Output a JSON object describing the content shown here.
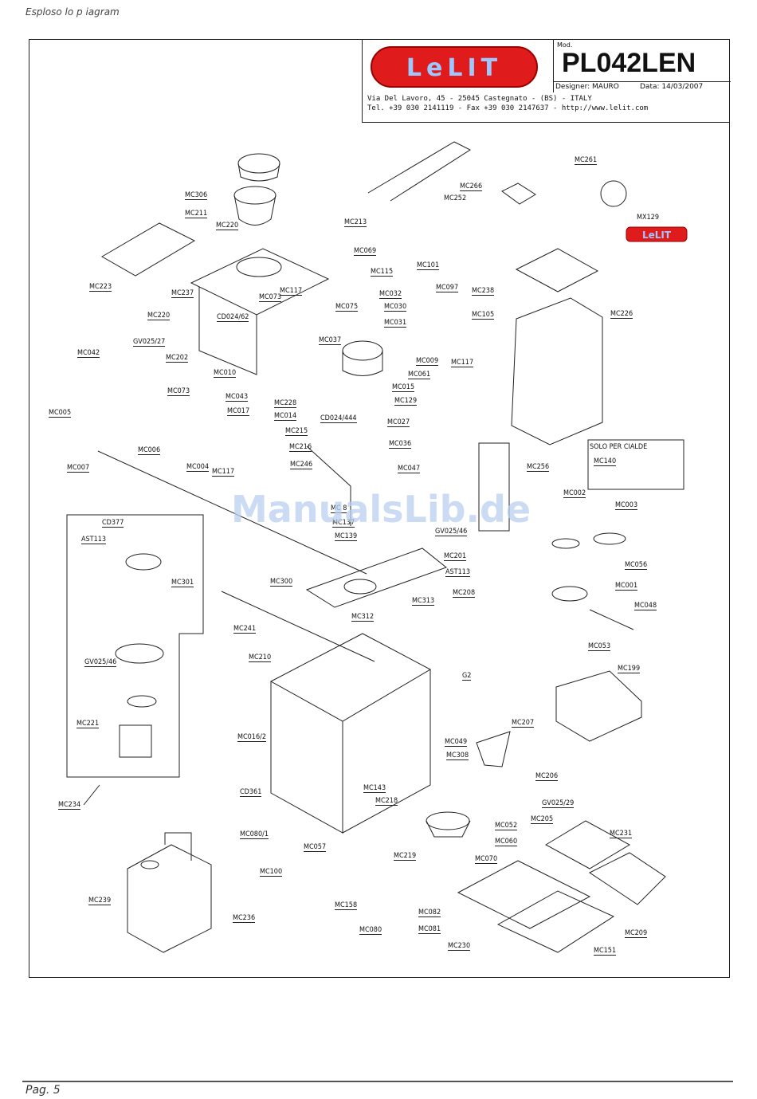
{
  "header": {
    "caption": "Esploso      lo      p    iagram"
  },
  "title_block": {
    "brand": "LeLIT",
    "model_label": "Mod.",
    "model": "PL042LEN",
    "designer": "Designer: MAURO",
    "date": "Data: 14/03/2007",
    "address_line1": "Via Del Lavoro, 45 - 25045 Castegnato - (BS) - ITALY",
    "address_line2": "Tel. +39 030 2141119 - Fax +39 030 2147637 - http://www.lelit.com"
  },
  "watermark": "ManualsLib.de",
  "boxes": {
    "solo_per_cialde": "SOLO PER CIALDE",
    "mx129_logo": "LeLIT"
  },
  "part_labels": [
    "MC306",
    "MC211",
    "MC220",
    "MC213",
    "MC223",
    "MC237",
    "CD024/62",
    "MC220",
    "GV025/27",
    "MC202",
    "MC073",
    "MC117",
    "MC069",
    "MC115",
    "MC101",
    "MC097",
    "MC238",
    "MC105",
    "MC075",
    "MC032",
    "MC030",
    "MC031",
    "MC037",
    "MC010",
    "MC043",
    "MC017",
    "MC228",
    "MC014",
    "MC215",
    "MC216",
    "MC009",
    "MC061",
    "MC015",
    "MC129",
    "CD024/444",
    "MC027",
    "MC036",
    "MC047",
    "MC246",
    "MC 8",
    "MC137",
    "MC139",
    "MC266",
    "MC252",
    "MC261",
    "MX129",
    "MC226",
    "MC117",
    "MC042",
    "MC005",
    "MC073",
    "MC006",
    "MC004",
    "MC117",
    "MC007",
    "MC256",
    "MC140",
    "MC002",
    "MC003",
    "MC056",
    "MC001",
    "MC048",
    "MC053",
    "CD377",
    "AST113",
    "MC301",
    "GV025/46",
    "MC221",
    "MC234",
    "GV025/46",
    "MC201",
    "AST113",
    "MC313",
    "MC208",
    "MC300",
    "MC312",
    "MC241",
    "MC210",
    "MC016/2",
    "CD361",
    "G2",
    "MC199",
    "MC207",
    "MC049",
    "MC308",
    "MC206",
    "MC143",
    "MC218",
    "GV025/29",
    "MC205",
    "MC052",
    "MC060",
    "MC070",
    "MC231",
    "MC080/1",
    "MC057",
    "MC100",
    "MC219",
    "MC239",
    "MC236",
    "MC158",
    "MC080",
    "MC082",
    "MC081",
    "MC230",
    "MC151",
    "MC209"
  ],
  "footer": {
    "page": "Pag.   5"
  }
}
